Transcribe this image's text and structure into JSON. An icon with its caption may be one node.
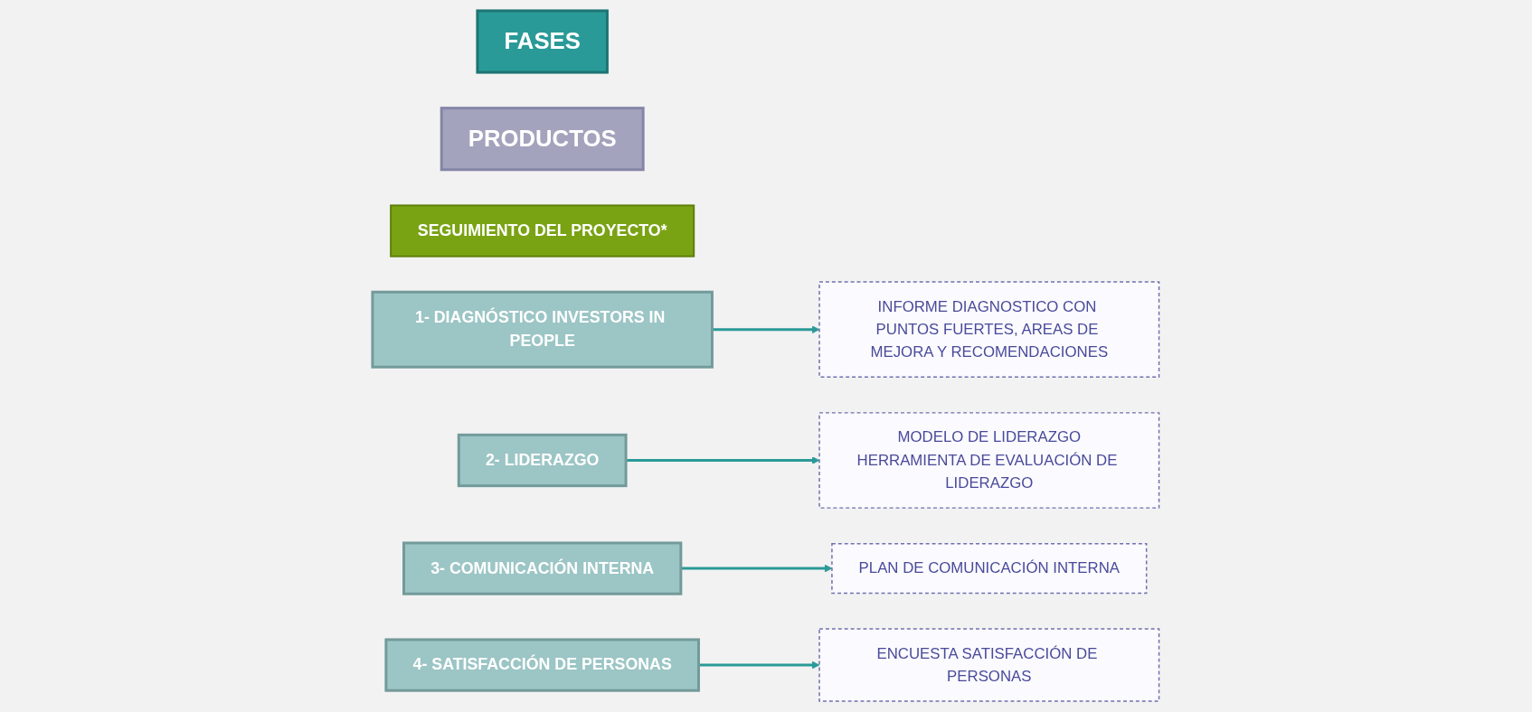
{
  "diagram": {
    "nodes": [
      {
        "text": [
          "FASES"
        ]
      },
      {
        "text": [
          "PRODUCTOS"
        ]
      },
      {
        "text": [
          "SEGUIMIENTO DEL PROYECTO*"
        ]
      },
      {
        "text": [
          "1- DIAGNÓSTICO INVESTORS IN PEOPLE"
        ]
      },
      {
        "text": [
          "2- LIDERAZGO"
        ]
      },
      {
        "text": [
          "3- COMUNICACIÓN INTERNA"
        ]
      },
      {
        "text": [
          "4- SATISFACCIÓN DE PERSONAS"
        ]
      },
      {
        "text": [
          "INFORME DIAGNOSTICO CON PUNTOS FUERTES, AREAS DE MEJORA Y RECOMENDACIONES"
        ]
      },
      {
        "text": [
          "MODELO DE LIDERAZGO",
          "HERRAMIENTA DE EVALUACIÓN DE LIDERAZGO"
        ]
      },
      {
        "text": [
          "PLAN DE COMUNICACIÓN INTERNA"
        ]
      },
      {
        "text": [
          "ENCUESTA SATISFACCIÓN DE PERSONAS"
        ]
      }
    ],
    "edges": [
      {
        "from": 3,
        "to": 7,
        "arrow": "to"
      },
      {
        "from": 4,
        "to": 8,
        "arrow": "to"
      },
      {
        "from": 5,
        "to": 9,
        "arrow": "to"
      },
      {
        "from": 6,
        "to": 10,
        "arrow": "to"
      }
    ]
  }
}
